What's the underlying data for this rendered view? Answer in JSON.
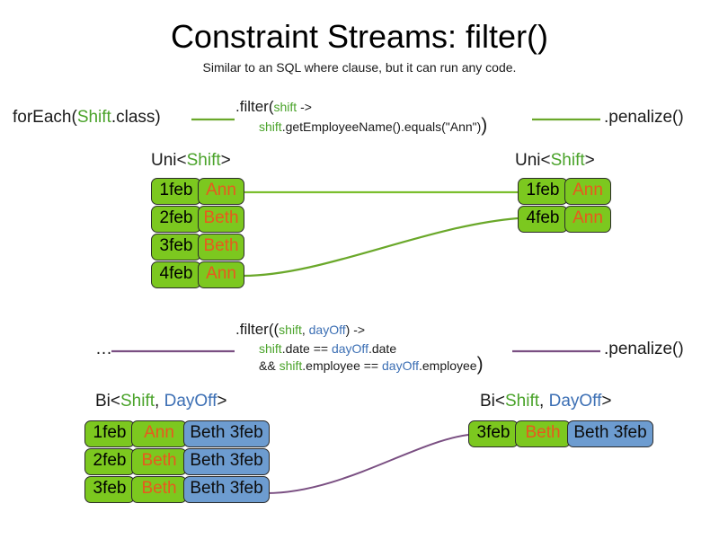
{
  "slide": {
    "title": "Constraint Streams: filter()",
    "subtitle": "Similar to an SQL where clause, but it can run any code."
  },
  "colors": {
    "shift_green": "#4aa32a",
    "dayoff_blue": "#3c6fb4",
    "fact_green_fill": "#7cc81f",
    "fact_blue_fill": "#6d9cd0",
    "fact_border": "#2b2b2b",
    "name_orange": "#e8591e",
    "wire_green": "#6aa82a",
    "wire_purple": "#7a4f82"
  },
  "row1": {
    "source_label_prefix": "forEach(",
    "source_type": "Shift",
    "source_label_suffix": ".class)",
    "filter_head": ".filter(",
    "filter_param": "shift",
    "filter_arrow": " ->",
    "filter_body_var": "shift",
    "filter_body_rest": ".getEmployeeName().equals(\"Ann\")",
    "filter_close": ")",
    "penalize_label": ".penalize()",
    "left_caption_prefix": "Uni<",
    "left_caption_type": "Shift",
    "left_caption_suffix": ">",
    "right_caption_prefix": "Uni<",
    "right_caption_type": "Shift",
    "right_caption_suffix": ">",
    "left_rows": [
      {
        "date": "1feb",
        "name": "Ann"
      },
      {
        "date": "2feb",
        "name": "Beth"
      },
      {
        "date": "3feb",
        "name": "Beth"
      },
      {
        "date": "4feb",
        "name": "Ann"
      }
    ],
    "right_rows": [
      {
        "date": "1feb",
        "name": "Ann"
      },
      {
        "date": "4feb",
        "name": "Ann"
      }
    ]
  },
  "row2": {
    "source_label": "…",
    "filter_head": ".filter((",
    "filter_param1": "shift",
    "filter_comma": ", ",
    "filter_param2": "dayOff",
    "filter_arrow": ") ->",
    "body2_var1": "shift",
    "body2_mid": ".date == ",
    "body2_var2": "dayOff",
    "body2_end": ".date",
    "body3_prefix": "&& ",
    "body3_var1": "shift",
    "body3_mid": ".employee == ",
    "body3_var2": "dayOff",
    "body3_end": ".employee",
    "filter_close": ")",
    "penalize_label": ".penalize()",
    "left_caption_prefix": "Bi<",
    "left_caption_type1": "Shift",
    "left_caption_sep": ", ",
    "left_caption_type2": "DayOff",
    "left_caption_suffix": ">",
    "right_caption_prefix": "Bi<",
    "right_caption_type1": "Shift",
    "right_caption_sep": ", ",
    "right_caption_type2": "DayOff",
    "right_caption_suffix": ">",
    "left_rows": [
      {
        "date": "1feb",
        "name": "Ann",
        "dayoff": "Beth 3feb"
      },
      {
        "date": "2feb",
        "name": "Beth",
        "dayoff": "Beth 3feb"
      },
      {
        "date": "3feb",
        "name": "Beth",
        "dayoff": "Beth 3feb"
      }
    ],
    "right_rows": [
      {
        "date": "3feb",
        "name": "Beth",
        "dayoff": "Beth 3feb"
      }
    ]
  }
}
